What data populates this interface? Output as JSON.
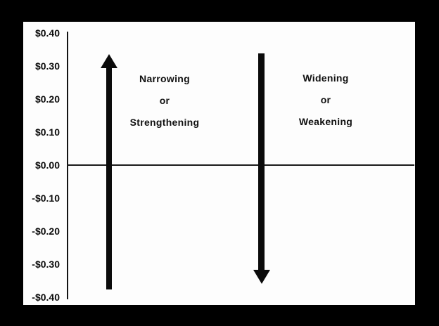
{
  "figure": {
    "background": "#000000",
    "panel_background": "#fdfdfd",
    "ink_color": "#0d0d0d"
  },
  "chart_data": {
    "type": "diagram",
    "title": "",
    "xlabel": "",
    "ylabel": "",
    "ylim": [
      -0.4,
      0.4
    ],
    "y_tick_step": 0.1,
    "y_ticks": [
      "$0.40",
      "$0.30",
      "$0.20",
      "$0.10",
      "$0.00",
      "-$0.10",
      "-$0.20",
      "-$0.30",
      "-$0.40"
    ],
    "grid": "off",
    "zero_baseline_value": "$0.00",
    "annotations": [
      {
        "arrow_direction": "up",
        "arrow_from": -0.37,
        "arrow_to": 0.33,
        "lines": [
          "Narrowing",
          "or",
          "Strengthening"
        ]
      },
      {
        "arrow_direction": "down",
        "arrow_from": 0.34,
        "arrow_to": -0.36,
        "lines": [
          "Widening",
          "or",
          "Weakening"
        ]
      }
    ]
  }
}
